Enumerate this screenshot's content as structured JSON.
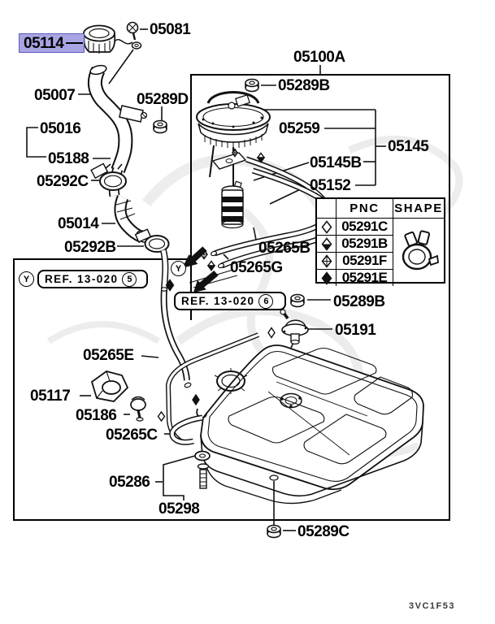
{
  "diagram_code": "3VC1F53",
  "highlight": {
    "part": "05114",
    "bg_color": "#a9a5e2",
    "border_color": "#5f5ac0"
  },
  "parts": {
    "filler_cap": "05114",
    "cap_bolt": "05081",
    "filler_neck": "05007",
    "nut_d": "05289D",
    "bracket_a": "05016",
    "bracket_b": "05188",
    "clamp_c": "05292C",
    "filler_hose": "05014",
    "clamp_b": "05292B",
    "pump_module": "05100A",
    "nut_b_top": "05289B",
    "fuel_pump": "05259",
    "pipe_kit": "05145",
    "pipe_kit_b": "05145B",
    "fuel_tube": "05152",
    "hose_b": "05265B",
    "hose_g": "05265G",
    "nut_b_mid": "05289B",
    "fuel_valve": "05191",
    "hose_e": "05265E",
    "grommet": "05117",
    "check_valve": "05186",
    "hose_c": "05265C",
    "tank_bolt": "05286",
    "bolt_assy": "05298",
    "nut_c": "05289C"
  },
  "refs": {
    "ref5": {
      "symbol": "Y",
      "text": "REF. 13-020",
      "num": "5"
    },
    "ref6": {
      "text": "REF. 13-020",
      "num": "6"
    },
    "mid_symbol": "Y"
  },
  "table": {
    "pnc_header": "PNC",
    "shape_header": "SHAPE",
    "rows": [
      {
        "symbol": "diamond-open",
        "pnc": "05291C"
      },
      {
        "symbol": "diamond-half",
        "pnc": "05291B"
      },
      {
        "symbol": "diamond-crossed",
        "pnc": "05291F"
      },
      {
        "symbol": "diamond-solid",
        "pnc": "05291E"
      }
    ]
  }
}
